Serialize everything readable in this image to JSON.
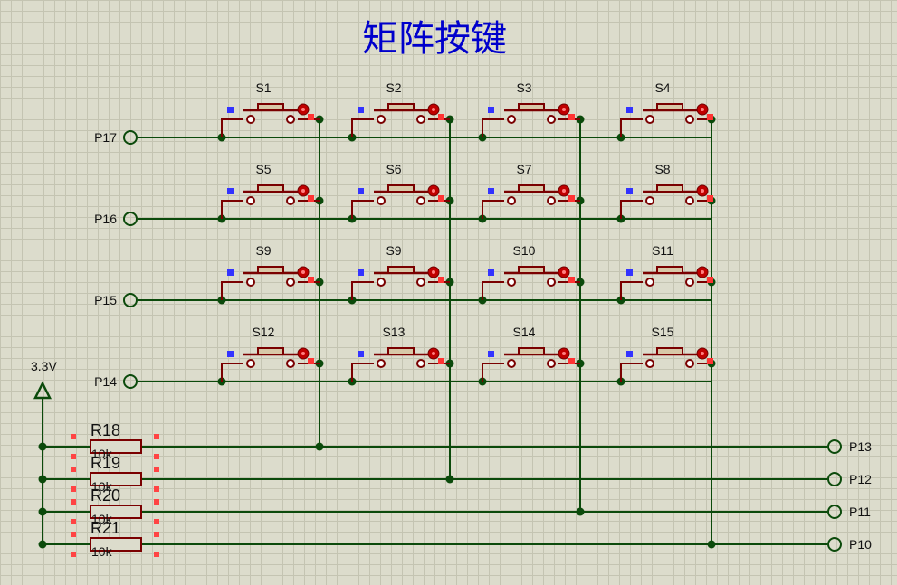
{
  "title": "矩阵按键",
  "supply_label": "3.3V",
  "row_ports": [
    "P17",
    "P16",
    "P15",
    "P14"
  ],
  "column_ports": [
    "P13",
    "P12",
    "P11",
    "P10"
  ],
  "switch_labels": [
    [
      "S1",
      "S2",
      "S3",
      "S4"
    ],
    [
      "S5",
      "S6",
      "S7",
      "S8"
    ],
    [
      "S9",
      "S9",
      "S10",
      "S11"
    ],
    [
      "S12",
      "S13",
      "S14",
      "S15"
    ]
  ],
  "resistors": [
    {
      "name": "R18",
      "value": "10k"
    },
    {
      "name": "R19",
      "value": "10k"
    },
    {
      "name": "R20",
      "value": "10k"
    },
    {
      "name": "R21",
      "value": "10k"
    }
  ],
  "colors": {
    "wire": "#0b4a0b",
    "component": "#7a0000",
    "title": "#0000cc",
    "pin_marker_left": "#3333ff",
    "pin_marker_right": "#ff3333"
  }
}
